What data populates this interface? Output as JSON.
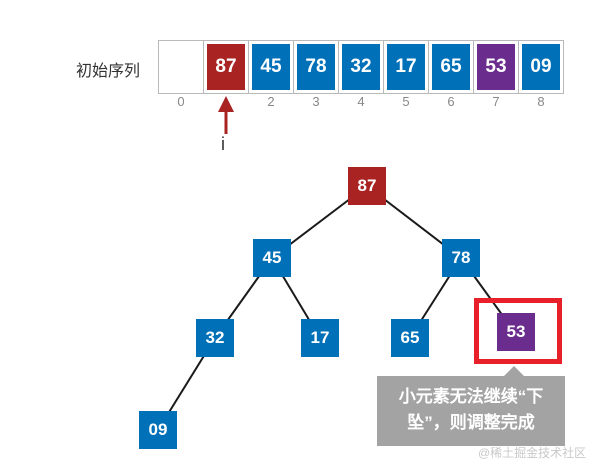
{
  "row_label": "初始序列",
  "array": [
    {
      "value": "",
      "index": "0",
      "color": ""
    },
    {
      "value": "87",
      "index": "",
      "color": "#a82322"
    },
    {
      "value": "45",
      "index": "2",
      "color": "#0070b8"
    },
    {
      "value": "78",
      "index": "3",
      "color": "#0070b8"
    },
    {
      "value": "32",
      "index": "4",
      "color": "#0070b8"
    },
    {
      "value": "17",
      "index": "5",
      "color": "#0070b8"
    },
    {
      "value": "65",
      "index": "6",
      "color": "#0070b8"
    },
    {
      "value": "53",
      "index": "7",
      "color": "#6a2d8e"
    },
    {
      "value": "09",
      "index": "8",
      "color": "#0070b8"
    }
  ],
  "pointer_label": "i",
  "tree": [
    {
      "value": "87",
      "color": "#a82322"
    },
    {
      "value": "45",
      "color": "#0070b8"
    },
    {
      "value": "78",
      "color": "#0070b8"
    },
    {
      "value": "32",
      "color": "#0070b8"
    },
    {
      "value": "17",
      "color": "#0070b8"
    },
    {
      "value": "65",
      "color": "#0070b8"
    },
    {
      "value": "53",
      "color": "#6a2d8e"
    },
    {
      "value": "09",
      "color": "#0070b8"
    }
  ],
  "callout": {
    "line1": "小元素无法继续“下",
    "line2": "坠”，则调整完成"
  },
  "watermark": "@稀土掘金技术社区"
}
